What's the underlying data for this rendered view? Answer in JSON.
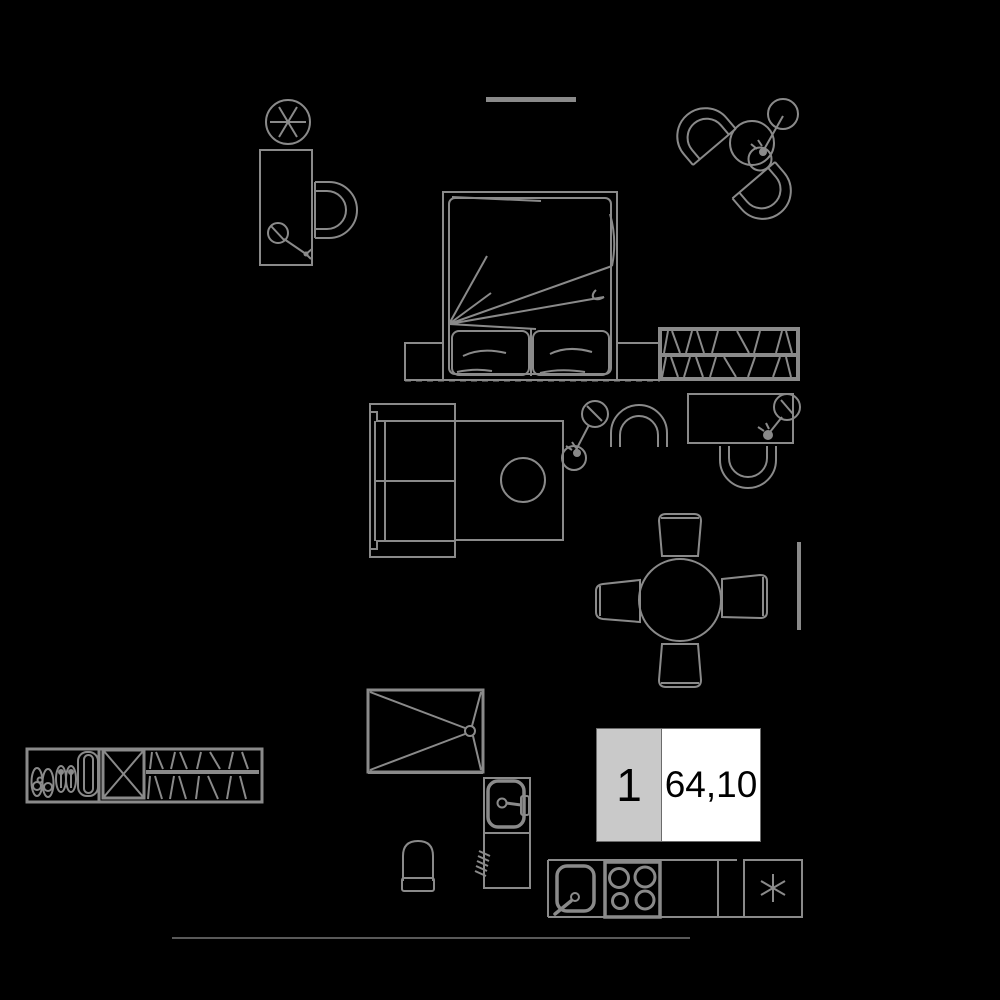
{
  "scene": {
    "description": "single-unit apartment floor plan drawing on black background",
    "background_color": "#000000",
    "line_color": "#8a8a8a",
    "wall_color": "#999999"
  },
  "unit_label": {
    "number": "1",
    "area": "64,10",
    "number_bg_color": "#c9c9c9",
    "area_bg_color": "#ffffff",
    "text_color": "#000000"
  },
  "furniture_items": [
    "window",
    "ceiling-light",
    "laundry-cabinet",
    "table-lamp",
    "tub-chair",
    "double-bed",
    "nightstand-left",
    "nightstand-right",
    "hanging-wardrobe",
    "lounge-corner-side-table",
    "lounge-chair",
    "sofa",
    "square-table-with-plant",
    "floor-lamp",
    "dining-chair",
    "desk",
    "desk-chair",
    "desk-lamp",
    "dining-table",
    "wall-segment",
    "entry-wardrobe",
    "shoes",
    "mirror-section",
    "hanging-section",
    "shower",
    "toilet",
    "washbasin-cabinet",
    "towel-rail",
    "kitchen-counter",
    "kitchen-sink",
    "cooktop",
    "refrigerator"
  ]
}
